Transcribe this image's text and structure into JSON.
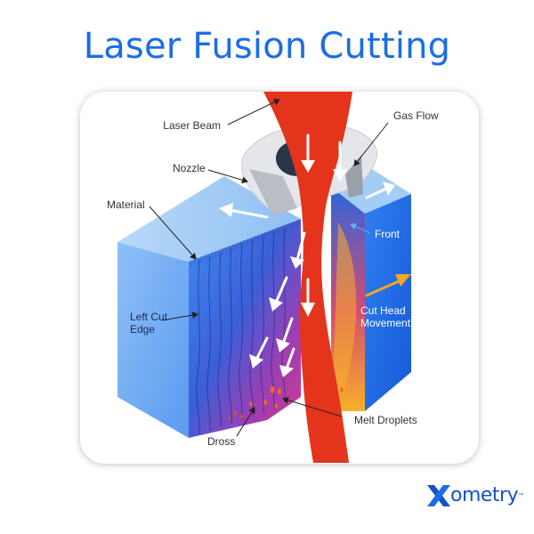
{
  "title": "Laser Fusion Cutting",
  "labels": {
    "laser_beam": "Laser Beam",
    "gas_flow": "Gas Flow",
    "nozzle": "Nozzle",
    "material": "Material",
    "front": "Front",
    "left_cut_edge_line1": "Left Cut",
    "left_cut_edge_line2": "Edge",
    "cut_head_movement_line1": "Cut Head",
    "cut_head_movement_line2": "Movement",
    "melt_droplets": "Melt Droplets",
    "dross": "Dross"
  },
  "brand": {
    "name": "ometry",
    "tm": "™"
  },
  "colors": {
    "title": "#1a6de6",
    "beam": "#e5341c",
    "block_front": "#1f6fe8",
    "block_top": "#a9cff5",
    "molten": "#f5a623",
    "movement_arrow": "#f5a623",
    "front_arrow": "#5bb3f0",
    "brand": "#1651c4"
  },
  "icons": {
    "brand_logo": "xometry-x-icon"
  }
}
